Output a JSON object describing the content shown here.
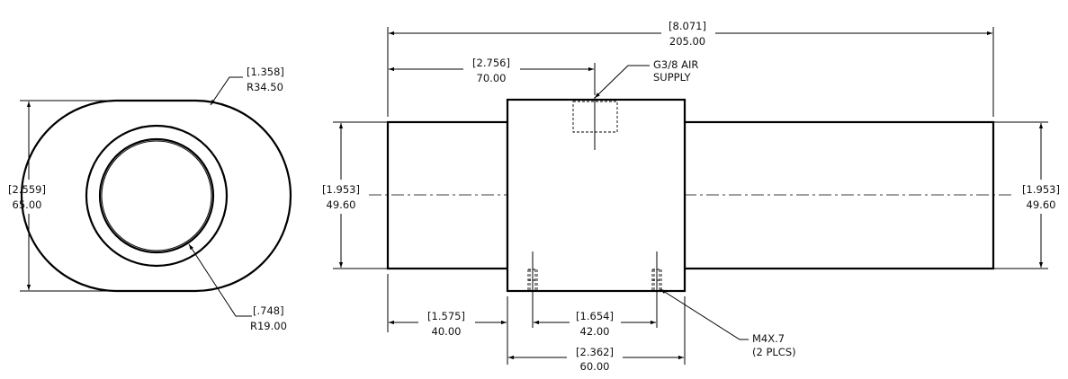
{
  "dimensions": {
    "overall_length": {
      "inch": "[8.071]",
      "mm": "205.00"
    },
    "left_to_port": {
      "inch": "[2.756]",
      "mm": "70.00"
    },
    "shaft_dia_left": {
      "inch": "[1.953]",
      "mm": "49.60"
    },
    "shaft_dia_right": {
      "inch": "[1.953]",
      "mm": "49.60"
    },
    "left_shaft_length": {
      "inch": "[1.575]",
      "mm": "40.00"
    },
    "hole_spacing": {
      "inch": "[1.654]",
      "mm": "42.00"
    },
    "body_length": {
      "inch": "[2.362]",
      "mm": "60.00"
    },
    "end_height": {
      "inch": "[2.559]",
      "mm": "65.00"
    },
    "outer_radius": {
      "inch": "[1.358]",
      "mm": "R34.50"
    },
    "inner_radius": {
      "inch": "[.748]",
      "mm": "R19.00"
    }
  },
  "notes": {
    "air_supply": {
      "line1": "G3/8 AIR",
      "line2": "SUPPLY"
    },
    "threads": {
      "line1": "M4X.7",
      "line2": "(2 PLCS)"
    }
  }
}
